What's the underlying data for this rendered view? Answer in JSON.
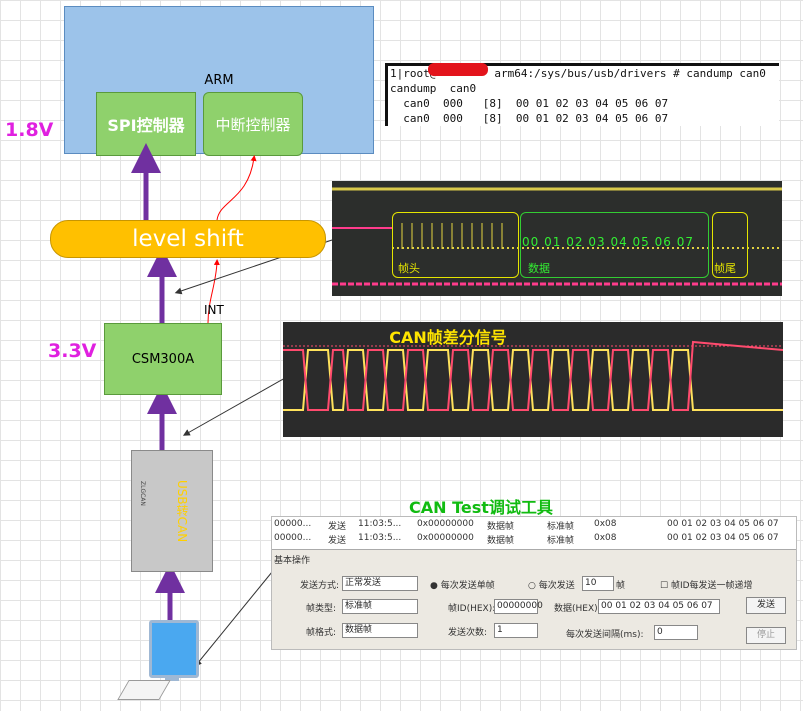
{
  "arm": {
    "label": "ARM",
    "spi": "SPI控制器",
    "irq": "中断控制器"
  },
  "voltages": {
    "v18": "1.8V",
    "v33": "3.3V"
  },
  "level_shift": "level shift",
  "csm": "CSM300A",
  "int_label": "INT",
  "usb": {
    "label": "USB转CAN",
    "brand": "ZLGCAN"
  },
  "terminal": {
    "line1_prefix": "1|root@",
    "line1_suffix": "arm64:/sys/bus/usb/drivers # candump can0",
    "line2": "candump  can0",
    "line3": "  can0  000   [8]  00 01 02 03 04 05 06 07",
    "line4": "  can0  000   [8]  00 01 02 03 04 05 06 07"
  },
  "scope1": {
    "head": "帧头",
    "data": "数据",
    "tail": "帧尾",
    "hex": [
      "00",
      "01",
      "02",
      "03",
      "04",
      "05",
      "06",
      "07"
    ]
  },
  "scope2": {
    "title": "CAN帧差分信号"
  },
  "cantest": {
    "title": "CAN Test调试工具",
    "log_rows": [
      [
        "00000...",
        "发送",
        "11:03:5...",
        "0x00000000",
        "数据帧",
        "标准帧",
        "0x08",
        "00 01 02 03 04 05 06 07"
      ],
      [
        "00000...",
        "发送",
        "11:03:5...",
        "0x00000000",
        "数据帧",
        "标准帧",
        "0x08",
        "00 01 02 03 04 05 06 07"
      ]
    ],
    "section": "基本操作",
    "send_mode_label": "发送方式:",
    "send_mode": "正常发送",
    "single_send": "每次发送单帧",
    "multi_send": "每次发送",
    "multi_count": "10",
    "multi_unit": "帧",
    "id_inc": "帧ID每发送一帧递增",
    "frame_type_label": "帧类型:",
    "frame_type": "标准帧",
    "frame_id_label": "帧ID(HEX):",
    "frame_id": "00000000",
    "data_label": "数据(HEX):",
    "data": "00 01 02 03 04 05 06 07",
    "send_btn": "发送",
    "format_label": "帧格式:",
    "format": "数据帧",
    "count_label": "发送次数:",
    "count": "1",
    "interval_label": "每次发送间隔(ms):",
    "interval": "0",
    "stop_btn": "停止"
  }
}
